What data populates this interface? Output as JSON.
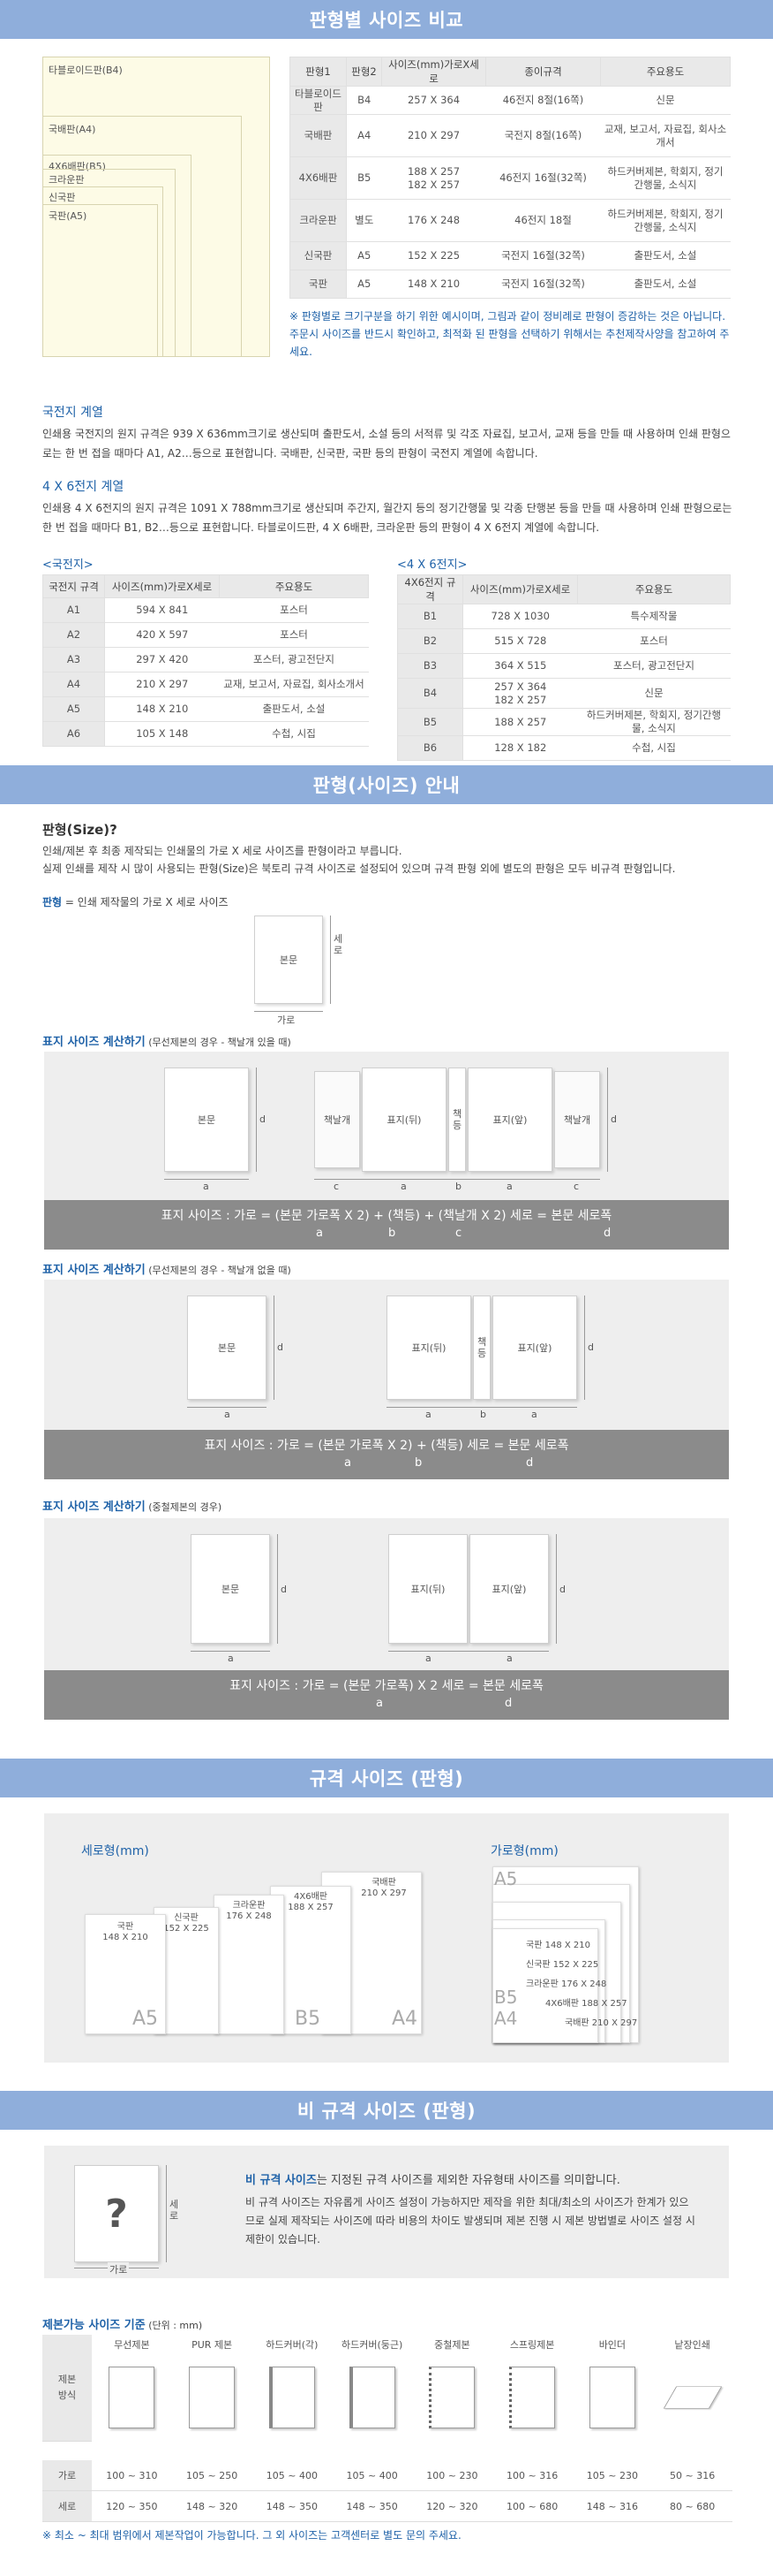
{
  "section1": {
    "title": "판형별 사이즈 비교",
    "diagram_labels": [
      "타블로이드판(B4)",
      "국배판(A4)",
      "4X6배판(B5)",
      "크라운판",
      "신국판",
      "국판(A5)"
    ],
    "table_headers": [
      "판형1",
      "판형2",
      "사이즈(mm)가로X세로",
      "종이규격",
      "주요용도"
    ],
    "table_rows": [
      [
        "타블로이드판",
        "B4",
        "257 X 364",
        "46전지 8절(16쪽)",
        "신문"
      ],
      [
        "국배판",
        "A4",
        "210 X 297",
        "국전지 8절(16쪽)",
        "교재, 보고서, 자료집, 회사소개서"
      ],
      [
        "4X6배판",
        "B5",
        "188 X 257\n182 X 257",
        "46전지 16절(32쪽)",
        "하드커버제본, 학회지, 정기간행물, 소식지"
      ],
      [
        "크라운판",
        "별도",
        "176 X 248",
        "46전지 18절",
        "하드커버제본, 학회지, 정기간행물, 소식지"
      ],
      [
        "신국판",
        "A5",
        "152 X 225",
        "국전지 16절(32쪽)",
        "출판도서, 소설"
      ],
      [
        "국판",
        "A5",
        "148 X 210",
        "국전지 16절(32쪽)",
        "출판도서, 소설"
      ]
    ],
    "note": "※ 판형별로 크기구분을 하기 위한 예시이며, 그림과 같이 정비례로 판형이 증감하는 것은 아닙니다. 주문시 사이즈를 반드시 확인하고, 최적화 된 판형을 선택하기 위해서는 추천제작사양을 참고하여 주세요.",
    "gukjeon_title": "국전지 계열",
    "gukjeon_text": "인쇄용 국전지의 원지 규격은 939 X 636mm크기로 생산되며 출판도서, 소설 등의 서적류 및 각조 자료집, 보고서, 교재 등을 만들 때 사용하며 인쇄 판형으로는 한 번 접을 때마다 A1, A2…등으로 표현합니다. 국배판, 신국판, 국판 등의 판형이 국전지 계열에 속합니다.",
    "b46_title": "4 X 6전지 계열",
    "b46_text": "인쇄용 4 X 6전지의 원지 규격은 1091 X 788mm크기로 생산되며 주간지, 월간지 등의 정기간행물 및 각종 단행본 등을 만들 때 사용하며 인쇄 판형으로는 한 번 접을 때마다 B1, B2…등으로 표현합니다. 타블로이드판, 4 X 6배판, 크라운판 등의 판형이 4 X 6전지 계열에 속합니다.",
    "a_title": "<국전지>",
    "a_headers": [
      "국전지 규격",
      "사이즈(mm)가로X세로",
      "주요용도"
    ],
    "a_rows": [
      [
        "A1",
        "594 X 841",
        "포스터"
      ],
      [
        "A2",
        "420 X 597",
        "포스터"
      ],
      [
        "A3",
        "297 X 420",
        "포스터, 광고전단지"
      ],
      [
        "A4",
        "210 X 297",
        "교재, 보고서, 자료집, 회사소개서"
      ],
      [
        "A5",
        "148 X 210",
        "출판도서, 소설"
      ],
      [
        "A6",
        "105 X 148",
        "수첩, 시집"
      ]
    ],
    "b_title": "<4 X 6전지>",
    "b_headers": [
      "4X6전지 규격",
      "사이즈(mm)가로X세로",
      "주요용도"
    ],
    "b_rows": [
      [
        "B1",
        "728 X 1030",
        "특수제작물"
      ],
      [
        "B2",
        "515 X 728",
        "포스터"
      ],
      [
        "B3",
        "364 X 515",
        "포스터, 광고전단지"
      ],
      [
        "B4",
        "257 X 364\n182 X 257",
        "신문"
      ],
      [
        "B5",
        "188 X 257",
        "하드커버제본, 학회지, 정기간행물, 소식지"
      ],
      [
        "B6",
        "128 X 182",
        "수첩, 시집"
      ]
    ]
  },
  "section2": {
    "title": "판형(사이즈) 안내",
    "q": "판형(Size)?",
    "p1": "인쇄/제본 후 최종 제작되는 인쇄물의 가로 X 세로 사이즈를 판형이라고 부릅니다.",
    "p2": "실제 인쇄를 제작 시 많이 사용되는 판형(Size)은 북토리 규격 사이즈로 설정되어 있으며 규격 판형 외에 별도의 판형은 모두 비규격 판형입니다.",
    "def_label": "판형",
    "def_text": " = 인쇄 제작물의 가로 X 세로 사이즈",
    "bonmun": "본문",
    "sero": "세로",
    "garo": "가로",
    "calc1_title": "표지 사이즈 계산하기",
    "calc1_sub": " (무선제본의 경우 - 책날개 있을 때)",
    "calc2_title": "표지 사이즈 계산하기",
    "calc2_sub": " (무선제본의 경우 - 책날개 없을 때)",
    "calc3_title": "표지 사이즈 계산하기",
    "calc3_sub": " (중철제본의 경우)",
    "wing": "책날개",
    "cover_back": "표지(뒤)",
    "spine": "책등",
    "cover_front": "표지(앞)",
    "formula1": "표지 사이즈 : 가로 = (본문 가로폭 X 2) + (책등) + (책날개 X 2)    세로 = 본문 세로폭",
    "formula2": "표지 사이즈 : 가로 = (본문 가로폭 X 2) + (책등)    세로 = 본문 세로폭",
    "formula3": "표지 사이즈 : 가로 = (본문 가로폭) X 2    세로 = 본문 세로폭",
    "letters": [
      "a",
      "b",
      "c",
      "d"
    ]
  },
  "section3": {
    "title": "규격 사이즈 (판형)",
    "vertical": "세로형(mm)",
    "horizontal": "가로형(mm)",
    "cards": [
      {
        "name": "국판",
        "size": "148 X 210"
      },
      {
        "name": "신국판",
        "size": "152 X 225"
      },
      {
        "name": "크라운판",
        "size": "176 X 248"
      },
      {
        "name": "4X6배판",
        "size": "188 X 257"
      },
      {
        "name": "국배판",
        "size": "210 X 297"
      }
    ],
    "big_labels": [
      "A5",
      "B5",
      "A4"
    ]
  },
  "section4": {
    "title": "비 규격 사이즈 (판형)",
    "q": "?",
    "lead_strong": "비 규격 사이즈",
    "lead": "는 지정된 규격 사이즈를 제외한 자유형태 사이즈를 의미합니다.",
    "body": "비 규격 사이즈는 자유롭게 사이즈 설정이 가능하지만 제작을 위한 최대/최소의 사이즈가 한계가 있으므로 실제 제작되는 사이즈에 따라 비용의 차이도 발생되며 제본 진행 시 제본 방법별로 사이즈 설정 시 제한이 있습니다.",
    "bind_title": "제본가능 사이즈 기준",
    "bind_unit": " (단위 : mm)",
    "bind_row_label": "제본\n방식",
    "bind_types": [
      "무선제본",
      "PUR 제본",
      "하드커버(각)",
      "하드커버(둥근)",
      "중철제본",
      "스프링제본",
      "바인더",
      "낱장인쇄"
    ],
    "garo_label": "가로",
    "sero_label": "세로",
    "garo_vals": [
      "100 ~ 310",
      "105 ~ 250",
      "105 ~ 400",
      "105 ~ 400",
      "100 ~ 230",
      "100 ~ 316",
      "105 ~ 230",
      "50 ~ 316"
    ],
    "sero_vals": [
      "120 ~ 350",
      "148 ~ 320",
      "148 ~ 350",
      "148 ~ 350",
      "120 ~ 320",
      "100 ~ 680",
      "148 ~ 316",
      "80 ~ 680"
    ],
    "footnote": "※ 최소 ~ 최대 범위에서 제본작업이 가능합니다. 그 외 사이즈는 고객센터로 별도 문의 주세요."
  }
}
